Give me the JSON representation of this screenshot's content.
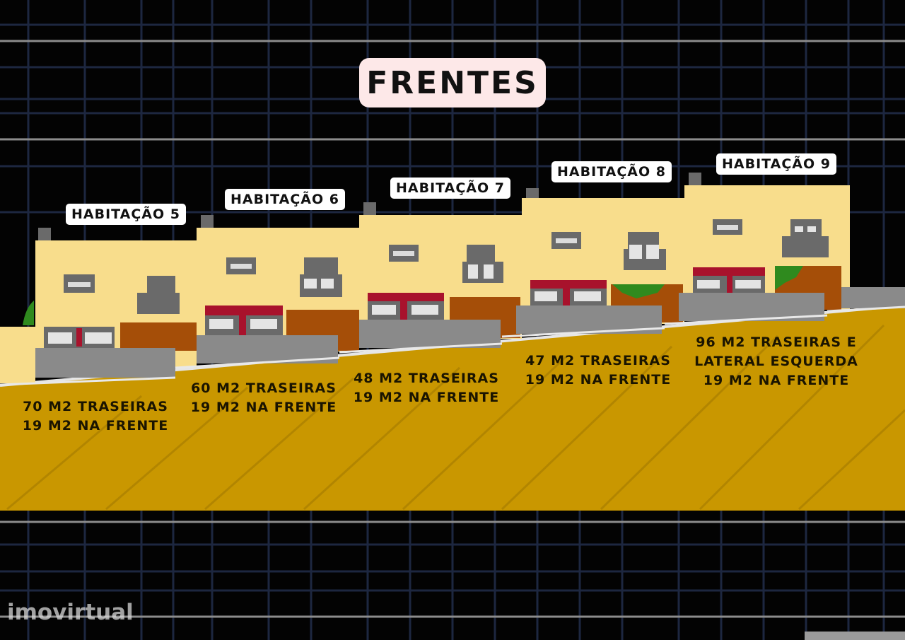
{
  "title": "FRENTES",
  "houses": [
    {
      "name": "HABITAÇÃO 5",
      "area_back": "70 M2 TRASEIRAS",
      "area_front": "19 M2 NA FRENTE"
    },
    {
      "name": "HABITAÇÃO 6",
      "area_back": "60 M2 TRASEIRAS",
      "area_front": "19 M2 NA FRENTE"
    },
    {
      "name": "HABITAÇÃO 7",
      "area_back": "48 M2 TRASEIRAS",
      "area_front": "19 M2 NA FRENTE"
    },
    {
      "name": "HABITAÇÃO 8",
      "area_back": "47 M2 TRASEIRAS",
      "area_front": "19 M2 NA FRENTE"
    },
    {
      "name": "HABITAÇÃO 9",
      "area_back_line1": "96 M2 TRASEIRAS E",
      "area_back_line2": "LATERAL ESQUERDA",
      "area_front": "19 M2 NA FRENTE"
    }
  ],
  "watermark": "imovirtual",
  "colors": {
    "background": "#030303",
    "grid": "#1d2740",
    "ground": "#c99700",
    "facade": "#f8dd8c",
    "pavement": "#8a8a8a",
    "garage": "#a54e08",
    "awning": "#a8122c",
    "window": "#6a6a6a",
    "title_box": "#fde8e8"
  }
}
